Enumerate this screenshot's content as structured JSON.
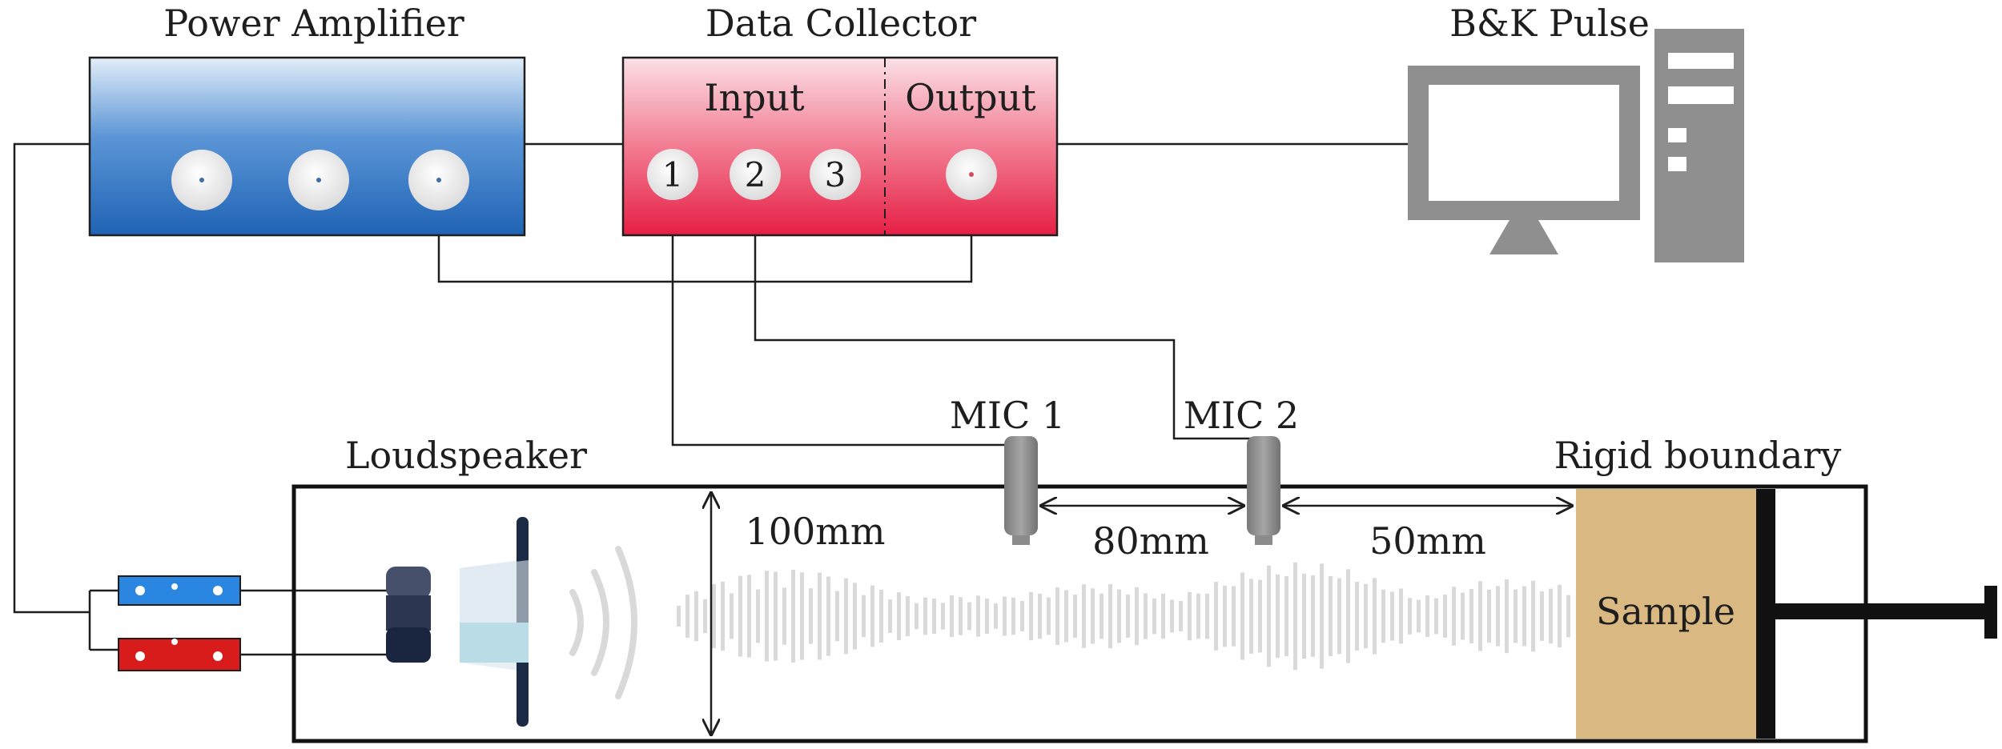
{
  "labels": {
    "power_amplifier": "Power Amplifier",
    "data_collector": "Data Collector",
    "input": "Input",
    "output": "Output",
    "bk_pulse": "B&K Pulse",
    "loudspeaker": "Loudspeaker",
    "mic1": "MIC 1",
    "mic2": "MIC 2",
    "rigid_boundary": "Rigid boundary",
    "dim_100": "100mm",
    "dim_80": "80mm",
    "dim_50": "50mm",
    "sample": "Sample"
  },
  "input_ports": [
    "1",
    "2",
    "3"
  ],
  "colors": {
    "amp_top": "#e2edf8",
    "amp_bottom": "#1f63b5",
    "collector_top": "#fbe0e6",
    "collector_bottom": "#e61f45",
    "computer": "#8f8f8f",
    "mic": "#8b8b8b",
    "sample": "#d9b981",
    "wave": "#d9d9d9",
    "connector_blue": "#2a86e0",
    "connector_red": "#d81b1b"
  },
  "icons": {
    "computer": "desktop-computer-icon",
    "loudspeaker": "loudspeaker-icon",
    "microphone": "microphone-icon"
  }
}
